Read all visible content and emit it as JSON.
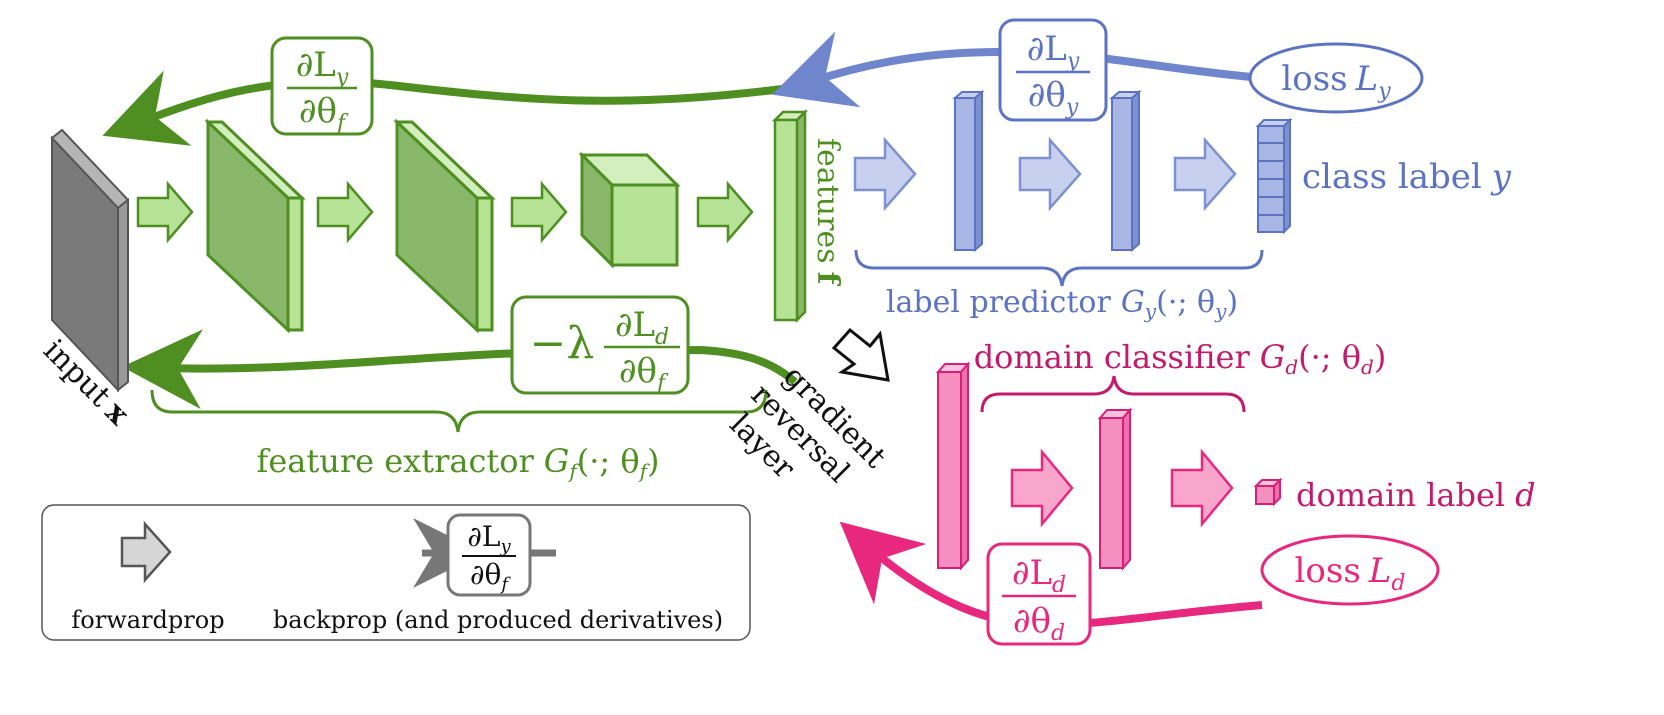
{
  "colors": {
    "green_dark": "#4f8f22",
    "green_fill": "#8ab86a",
    "green_light": "#b6e395",
    "green_text": "#4f8f22",
    "blue_dark": "#5b73c0",
    "blue_fill": "#a7b6e4",
    "blue_light": "#c7d0ee",
    "pink_dark": "#d81f78",
    "pink_fill": "#f58fbf",
    "pink_text": "#c21a6d",
    "gray_dark": "#555555",
    "gray_fill": "#7a7a7a",
    "gray_light": "#d6d6d6"
  },
  "labels": {
    "input": {
      "prefix": "input",
      "var": "x"
    },
    "features": {
      "prefix": "features",
      "var": "f"
    },
    "class_label": {
      "prefix": "class label",
      "var": "y"
    },
    "domain_label": {
      "prefix": "domain label",
      "var": "d"
    },
    "loss_y": {
      "prefix": "loss",
      "sym": "L",
      "sub": "y"
    },
    "loss_d": {
      "prefix": "loss",
      "sym": "L",
      "sub": "d"
    },
    "label_predictor": {
      "prefix": "label predictor",
      "sym": "G",
      "sub": "y",
      "args": "(·; θ",
      "args_sub": "y",
      "close": ")"
    },
    "domain_classifier": {
      "prefix": "domain classifier",
      "sym": "G",
      "sub": "d",
      "args": "(·; θ",
      "args_sub": "d",
      "close": ")"
    },
    "feature_extractor": {
      "prefix": "feature extractor",
      "sym": "G",
      "sub": "f",
      "args": "(·; θ",
      "args_sub": "f",
      "close": ")"
    },
    "grl_line1": "gradient",
    "grl_line2": "reversal",
    "grl_line3": "layer"
  },
  "derivatives": {
    "dLy_dthetaf": {
      "num": "∂L",
      "num_sub": "y",
      "den": "∂θ",
      "den_sub": "f"
    },
    "dLy_dthetay": {
      "num": "∂L",
      "num_sub": "y",
      "den": "∂θ",
      "den_sub": "y"
    },
    "dLd_dthetad": {
      "num": "∂L",
      "num_sub": "d",
      "den": "∂θ",
      "den_sub": "d"
    },
    "neg_lambda": {
      "prefix": "−λ",
      "num": "∂L",
      "num_sub": "d",
      "den": "∂θ",
      "den_sub": "f"
    }
  },
  "legend": {
    "forwardprop": "forwardprop",
    "backprop": "backprop (and produced derivatives)",
    "box": {
      "num": "∂L",
      "num_sub": "y",
      "den": "∂θ",
      "den_sub": "f"
    }
  },
  "icons": [
    "forward-arrow-icon",
    "backprop-arrow-icon",
    "gradient-reversal-arrow-icon"
  ]
}
